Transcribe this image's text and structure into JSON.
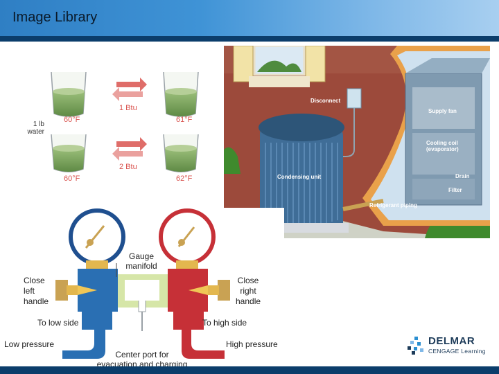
{
  "slide": {
    "title": "Image Library"
  },
  "heat_diagram": {
    "mass_label": "1 lb\nwater",
    "row1": {
      "left_temp": "60°F",
      "energy": "1 Btu",
      "right_temp": "61°F"
    },
    "row2": {
      "left_temp": "60°F",
      "energy": "2 Btu",
      "right_temp": "62°F"
    }
  },
  "ac_system": {
    "labels": {
      "disconnect": "Disconnect",
      "supply_fan": "Supply fan",
      "cooling_coil": "Cooling coil\n(evaporator)",
      "condensing_unit": "Condensing unit",
      "drain": "Drain",
      "filter": "Filter",
      "refrigerant_piping": "Refrigerant piping"
    }
  },
  "gauge_manifold": {
    "labels": {
      "gauge_manifold": "Gauge\nmanifold",
      "close_left": "Close\nleft\nhandle",
      "close_right": "Close\nright\nhandle",
      "to_low_side": "To low side",
      "to_high_side": "To high side",
      "low_pressure": "Low pressure",
      "high_pressure": "High pressure",
      "center_port": "Center port for\nevacuation and charging"
    }
  },
  "logo": {
    "brand": "DELMAR",
    "sub": "CENGAGE Learning"
  }
}
